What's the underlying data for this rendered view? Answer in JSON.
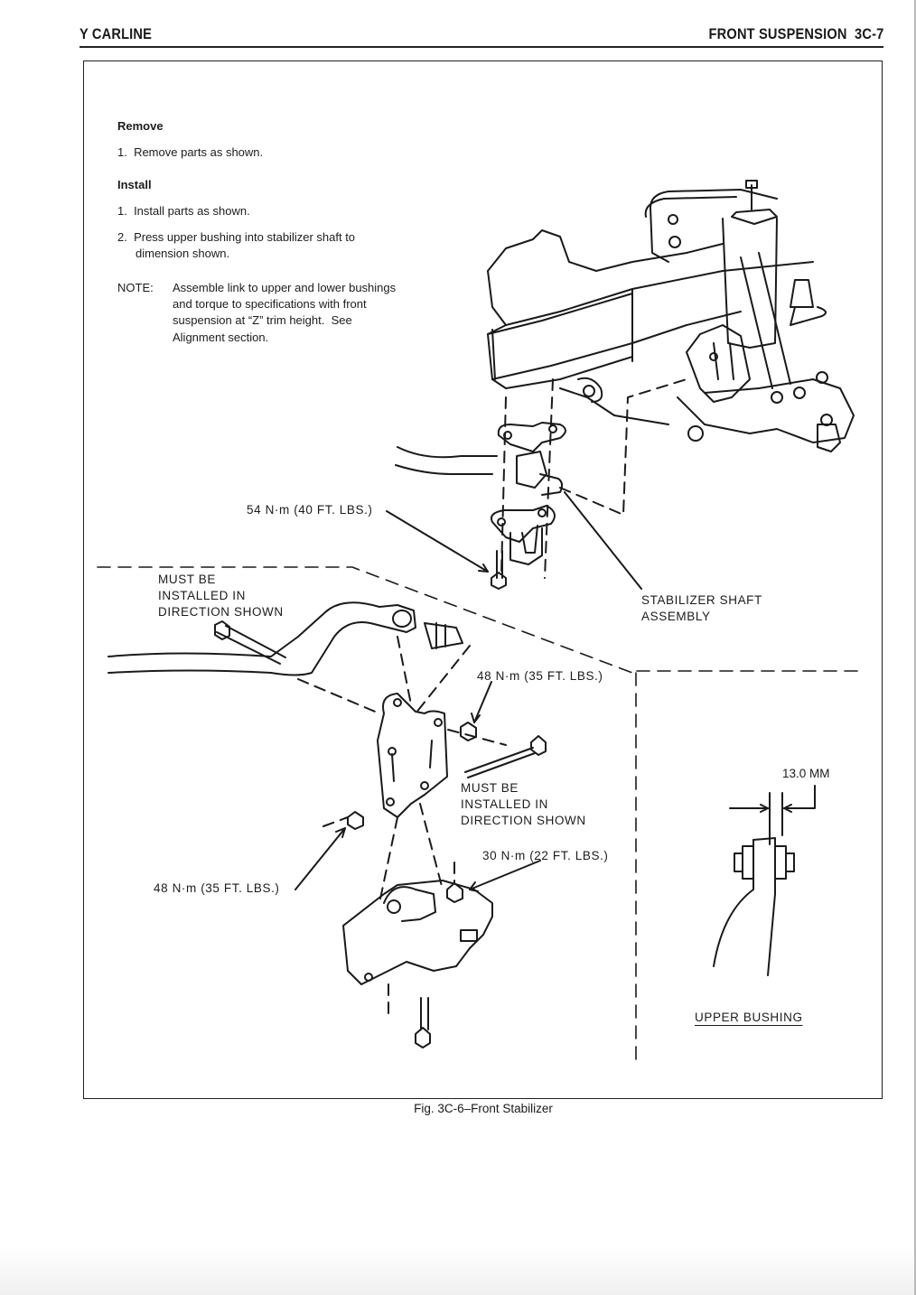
{
  "header": {
    "left_title": "Y CARLINE",
    "right_title": "FRONT SUSPENSION  3C-7"
  },
  "instructions": {
    "remove_heading": "Remove",
    "remove_steps": [
      "1.  Remove parts as shown."
    ],
    "install_heading": "Install",
    "install_steps": [
      "1.  Install parts as shown.",
      "2.  Press upper bushing into stabilizer shaft to",
      "dimension shown."
    ],
    "note_label": "NOTE:",
    "note_lines": [
      "Assemble link to upper and lower bushings",
      "and torque to specifications with front",
      "suspension at “Z” trim height.  See",
      "Alignment section."
    ]
  },
  "callouts": {
    "torque_54": "54 N·m (40 FT. LBS.)",
    "torque_48_upper": "48 N·m (35 FT. LBS.)",
    "torque_48_lower": "48 N·m (35 FT. LBS.)",
    "torque_30": "30 N·m (22 FT. LBS.)",
    "direction_left": [
      "MUST BE",
      "INSTALLED IN",
      "DIRECTION SHOWN"
    ],
    "direction_right": [
      "MUST BE",
      "INSTALLED IN",
      "DIRECTION SHOWN"
    ],
    "stabilizer_shaft": [
      "STABILIZER SHAFT",
      "ASSEMBLY"
    ],
    "dimension": "13.0 MM",
    "upper_bushing": "UPPER BUSHING"
  },
  "figure_caption": "Fig. 3C-6–Front Stabilizer"
}
